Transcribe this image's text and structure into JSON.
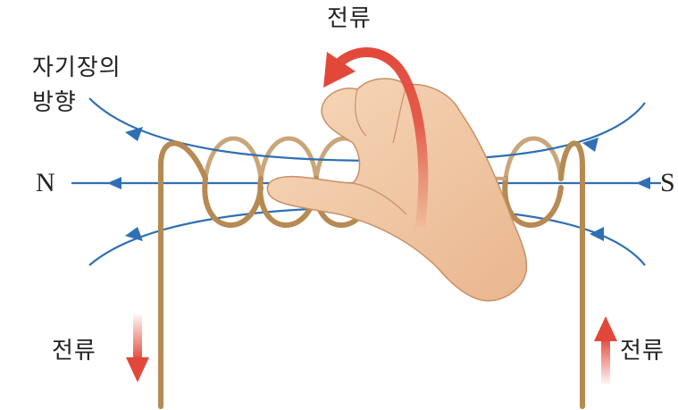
{
  "labels": {
    "current_top": "전류",
    "field_direction_line1": "자기장의",
    "field_direction_line2": "방향",
    "pole_n": "N",
    "pole_s": "S",
    "current_left": "전류",
    "current_right": "전류"
  },
  "colors": {
    "wire": "#b68a52",
    "field_line": "#2f6fb3",
    "current_arrow": "#e2483a",
    "skin": "#f2c9a3",
    "text": "#222222"
  },
  "icons": {
    "hand": "right-hand-grip-icon",
    "rotation_arrow": "curved-arrow-icon"
  }
}
